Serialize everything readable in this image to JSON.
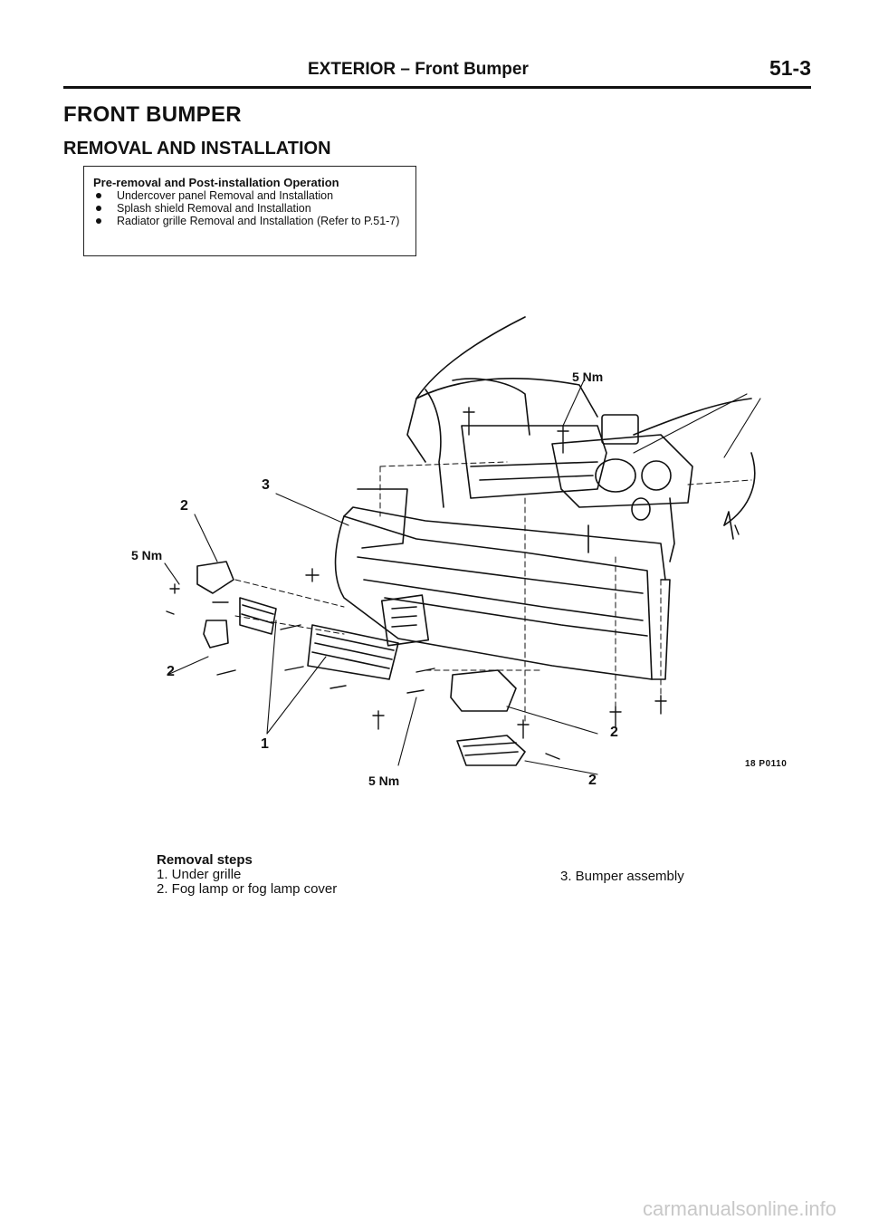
{
  "header": {
    "section_title": "EXTERIOR – Front Bumper",
    "page_number": "51-3"
  },
  "heading": "FRONT BUMPER",
  "subheading": "REMOVAL AND INSTALLATION",
  "pre_operations": {
    "title": "Pre-removal and Post-installation Operation",
    "items": [
      "Undercover panel Removal and Installation",
      "Splash shield Removal and Installation",
      "Radiator grille Removal and Installation (Refer to P.51-7)"
    ]
  },
  "diagram": {
    "callouts": {
      "torque_top": "5 Nm",
      "torque_left": "5 Nm",
      "torque_bottom": "5 Nm",
      "part_1": "1",
      "part_2_upper": "2",
      "part_2_left": "2",
      "part_2_right": "2",
      "part_2_bottom": "2",
      "part_3": "3"
    },
    "figure_id": "18 P0110"
  },
  "removal": {
    "title": "Removal steps",
    "steps": [
      "1. Under grille",
      "2. Fog lamp or fog lamp cover",
      "3. Bumper assembly"
    ]
  },
  "footer": {
    "watermark": "carmanualsonline.info"
  }
}
